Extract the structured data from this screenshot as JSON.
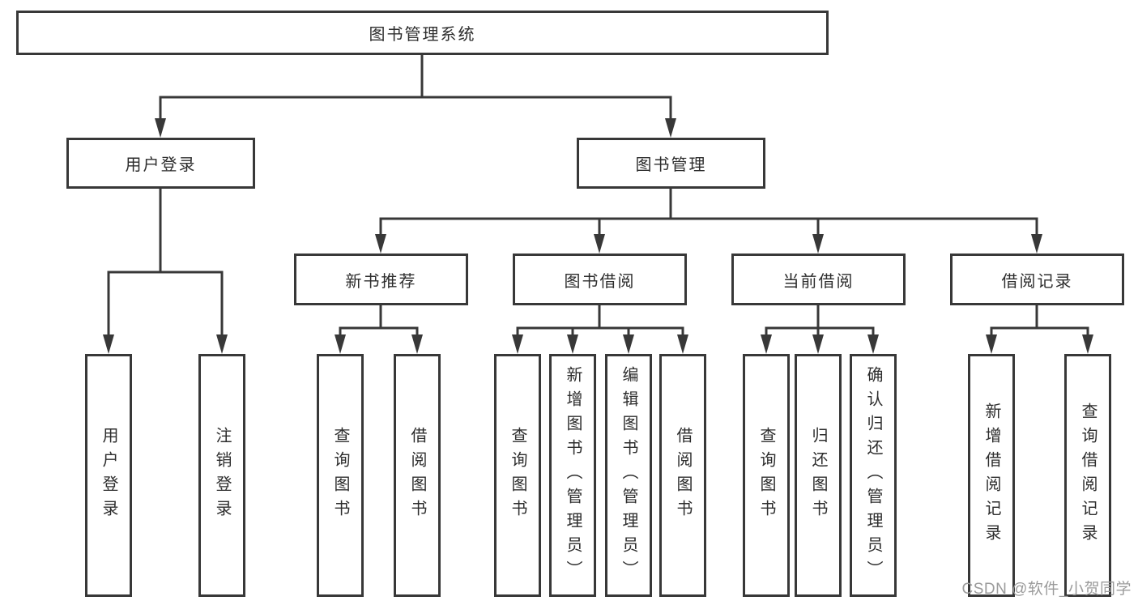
{
  "diagram": {
    "title": "图书管理系统",
    "tree": {
      "root": {
        "label": "图书管理系统"
      },
      "branches": [
        {
          "label": "用户登录",
          "children": [
            {
              "label": "用户登录"
            },
            {
              "label": "注销登录"
            }
          ]
        },
        {
          "label": "图书管理",
          "children": [
            {
              "label": "新书推荐",
              "children": [
                {
                  "label": "查询图书"
                },
                {
                  "label": "借阅图书"
                }
              ]
            },
            {
              "label": "图书借阅",
              "children": [
                {
                  "label": "查询图书"
                },
                {
                  "label": "新增图书（管理员）"
                },
                {
                  "label": "编辑图书（管理员）"
                },
                {
                  "label": "借阅图书"
                }
              ]
            },
            {
              "label": "当前借阅",
              "children": [
                {
                  "label": "查询图书"
                },
                {
                  "label": "归还图书"
                },
                {
                  "label": "确认归还（管理员）"
                }
              ]
            },
            {
              "label": "借阅记录",
              "children": [
                {
                  "label": "新增借阅记录"
                },
                {
                  "label": "查询借阅记录"
                }
              ]
            }
          ]
        }
      ]
    },
    "colors": {
      "line": "#383838",
      "box_border": "#383838",
      "text": "#2d2d2d",
      "background": "#ffffff",
      "watermark": "#9b9b9b"
    }
  },
  "watermark": {
    "text": "CSDN @软件_小贺同学"
  }
}
